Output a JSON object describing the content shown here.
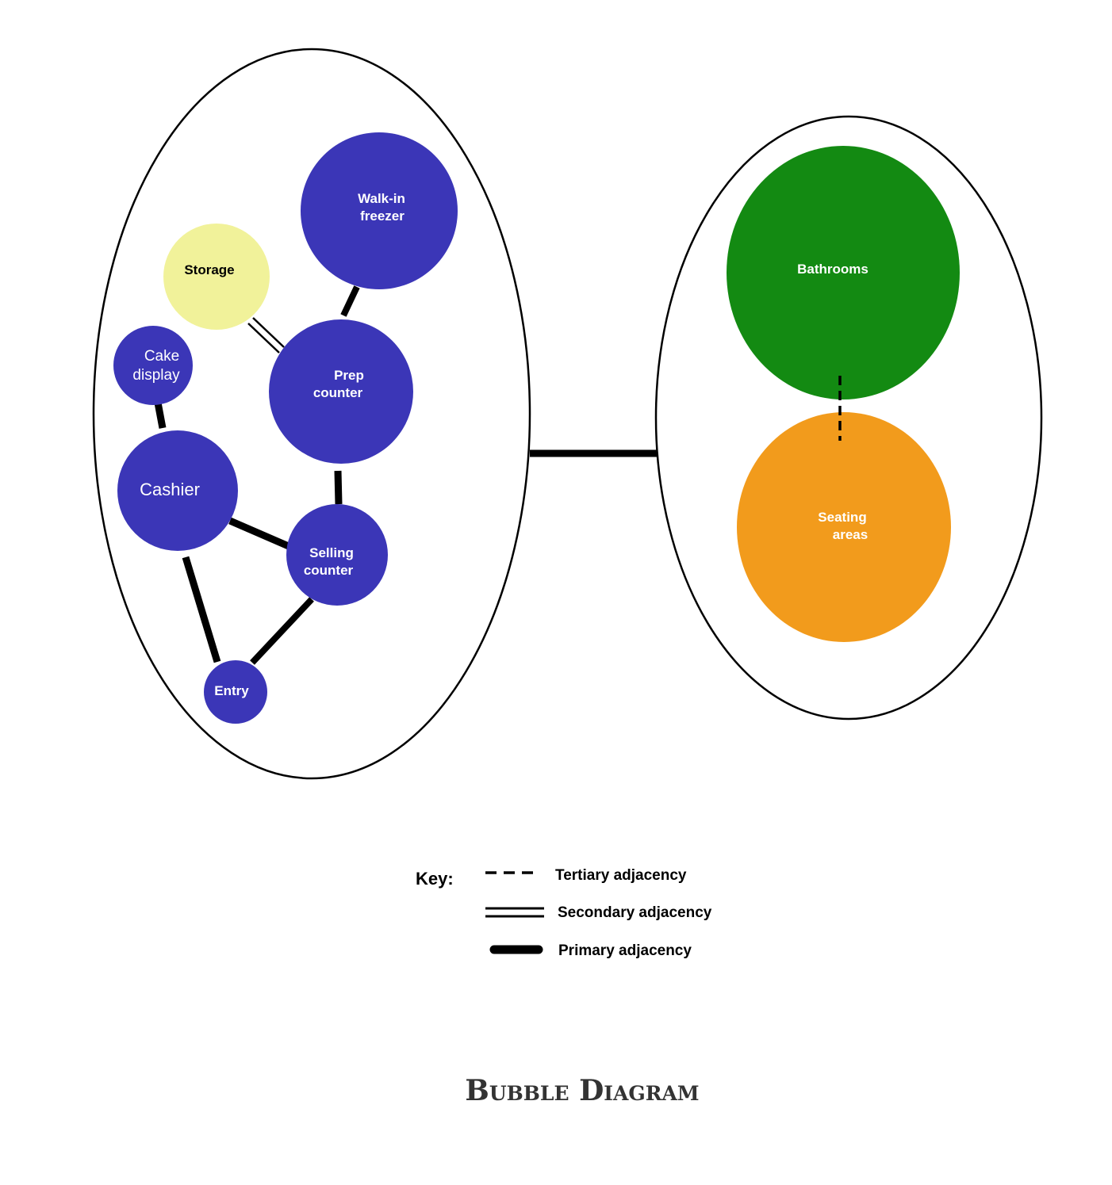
{
  "diagram": {
    "zones": [
      {
        "id": "service-zone",
        "bubbles": [
          {
            "id": "walk-in-freezer",
            "lines": [
              "Walk-in",
              "freezer"
            ],
            "color": "#3b36b7"
          },
          {
            "id": "storage",
            "lines": [
              "Storage"
            ],
            "color": "#f1f29a"
          },
          {
            "id": "cake-display",
            "lines": [
              "Cake",
              "display"
            ],
            "color": "#3b36b7"
          },
          {
            "id": "prep-counter",
            "lines": [
              "Prep",
              "counter"
            ],
            "color": "#3b36b7"
          },
          {
            "id": "cashier",
            "lines": [
              "Cashier"
            ],
            "color": "#3b36b7"
          },
          {
            "id": "selling-counter",
            "lines": [
              "Selling",
              "counter"
            ],
            "color": "#3b36b7"
          },
          {
            "id": "entry",
            "lines": [
              "Entry"
            ],
            "color": "#3b36b7"
          }
        ]
      },
      {
        "id": "public-zone",
        "bubbles": [
          {
            "id": "bathrooms",
            "lines": [
              "Bathrooms"
            ],
            "color": "#138a12"
          },
          {
            "id": "seating-areas",
            "lines": [
              "Seating",
              "areas"
            ],
            "color": "#f29b1c"
          }
        ]
      }
    ],
    "connections": [
      {
        "from": "walk-in-freezer",
        "to": "prep-counter",
        "type": "primary"
      },
      {
        "from": "storage",
        "to": "prep-counter",
        "type": "secondary"
      },
      {
        "from": "cake-display",
        "to": "cashier",
        "type": "primary"
      },
      {
        "from": "prep-counter",
        "to": "selling-counter",
        "type": "primary"
      },
      {
        "from": "cashier",
        "to": "selling-counter",
        "type": "primary"
      },
      {
        "from": "cashier",
        "to": "entry",
        "type": "primary"
      },
      {
        "from": "selling-counter",
        "to": "entry",
        "type": "primary"
      },
      {
        "from": "bathrooms",
        "to": "seating-areas",
        "type": "tertiary"
      },
      {
        "from": "service-zone",
        "to": "public-zone",
        "type": "primary"
      }
    ]
  },
  "key": {
    "title": "Key:",
    "items": [
      {
        "type": "tertiary",
        "label": "Tertiary adjacency"
      },
      {
        "type": "secondary",
        "label": "Secondary adjacency"
      },
      {
        "type": "primary",
        "label": "Primary adjacency"
      }
    ]
  },
  "title": "Bubble Diagram"
}
